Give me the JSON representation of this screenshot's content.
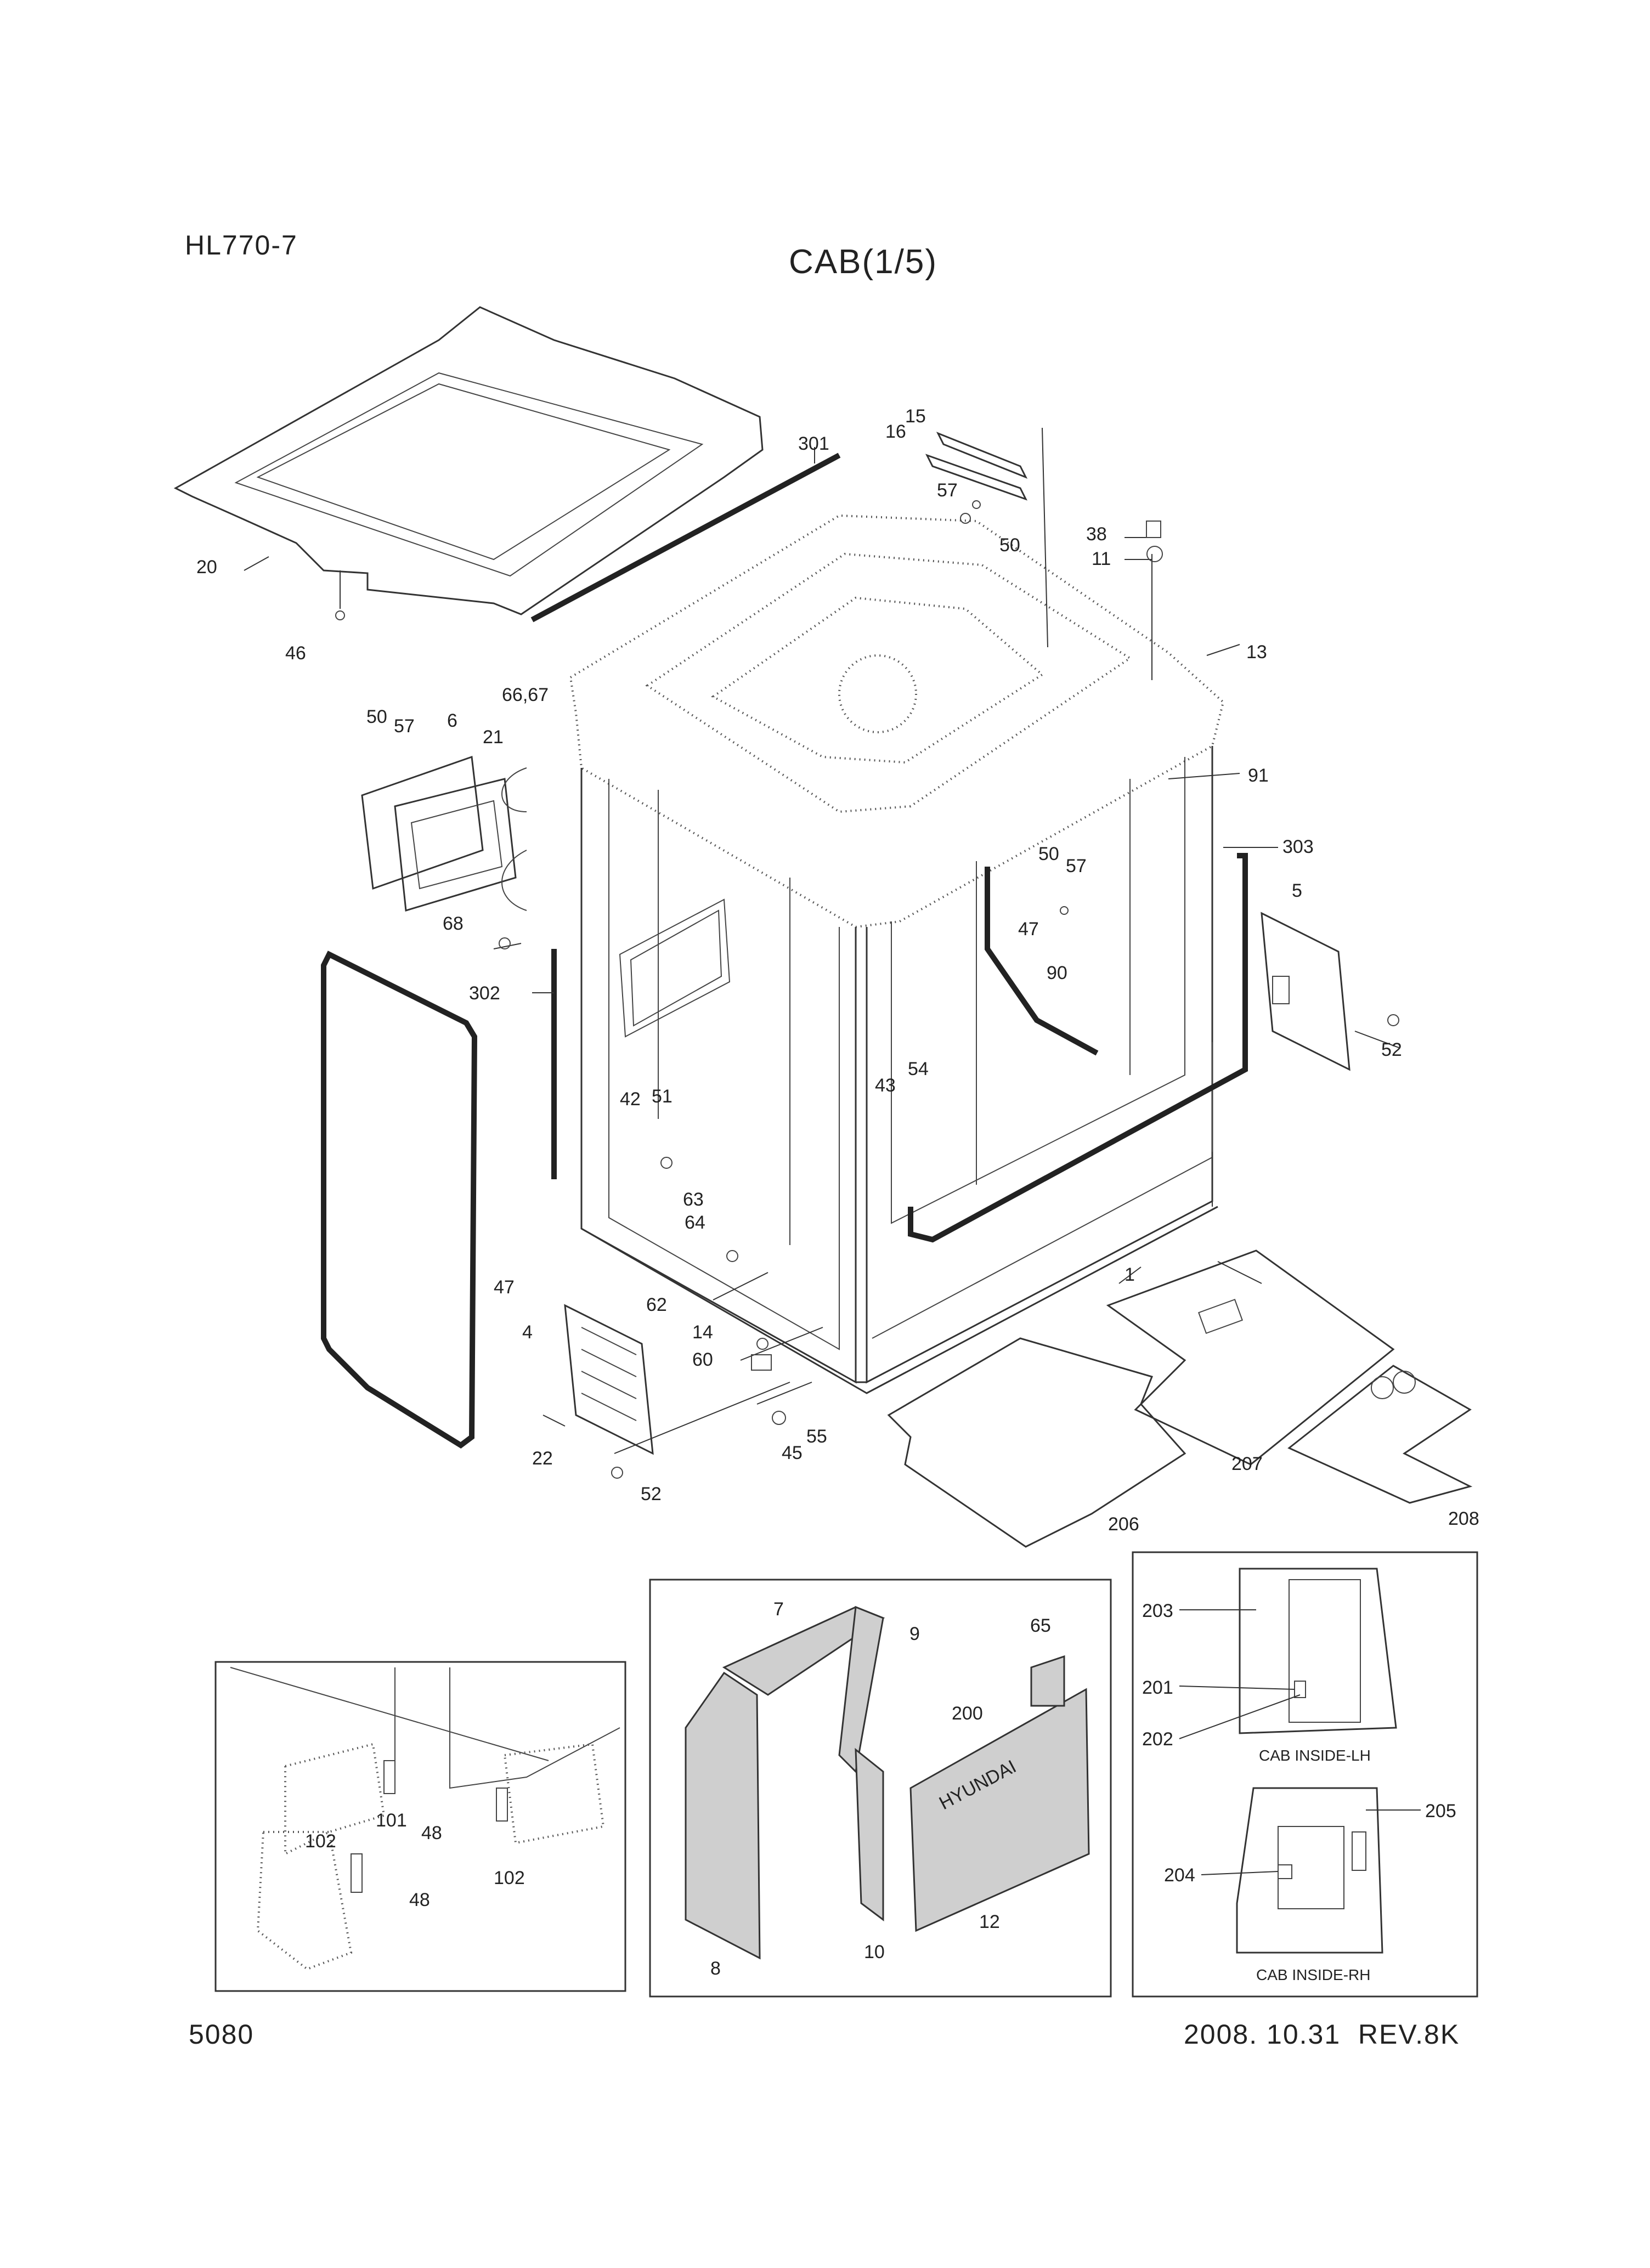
{
  "header": {
    "model": "HL770-7",
    "title": "CAB(1/5)"
  },
  "footer": {
    "page_number": "5080",
    "revision": "2008. 10.31  REV.8K"
  },
  "callouts": {
    "c1": "1",
    "c4": "4",
    "c5": "5",
    "c6": "6",
    "c7": "7",
    "c8": "8",
    "c9": "9",
    "c10": "10",
    "c11": "11",
    "c12": "12",
    "c13": "13",
    "c14": "14",
    "c15": "15",
    "c16": "16",
    "c20": "20",
    "c21": "21",
    "c22": "22",
    "c38": "38",
    "c42": "42",
    "c43": "43",
    "c45": "45",
    "c46": "46",
    "c47a": "47",
    "c47b": "47",
    "c48a": "48",
    "c48b": "48",
    "c50a": "50",
    "c50b": "50",
    "c50c": "50",
    "c51": "51",
    "c52a": "52",
    "c52b": "52",
    "c54": "54",
    "c55": "55",
    "c57a": "57",
    "c57b": "57",
    "c57c": "57",
    "c60": "60",
    "c62": "62",
    "c63": "63",
    "c64": "64",
    "c65": "65",
    "c6667": "66,67",
    "c68": "68",
    "c90": "90",
    "c91": "91",
    "c101": "101",
    "c102a": "102",
    "c102b": "102",
    "c200": "200",
    "c201": "201",
    "c202": "202",
    "c203": "203",
    "c204": "204",
    "c205": "205",
    "c206": "206",
    "c207": "207",
    "c208": "208",
    "c301": "301",
    "c302": "302",
    "c303": "303"
  },
  "inset_labels": {
    "cab_inside_lh": "CAB INSIDE-LH",
    "cab_inside_rh": "CAB INSIDE-RH"
  },
  "brand_text": "HYUNDAI"
}
